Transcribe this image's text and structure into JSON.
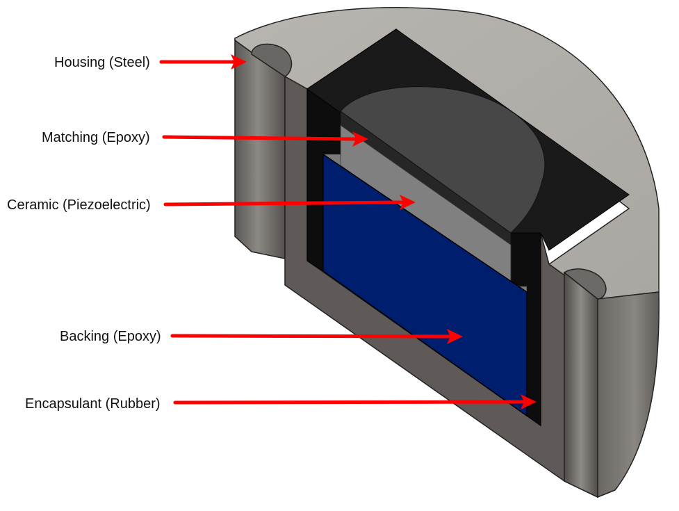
{
  "labels": {
    "housing": "Housing (Steel)",
    "matching": "Matching (Epoxy)",
    "ceramic": "Ceramic (Piezoelectric)",
    "backing": "Backing (Epoxy)",
    "encapsulant": "Encapsulant (Rubber)"
  },
  "colors": {
    "arrow": "#ff0000",
    "backing": "#001e6e",
    "housing_top": "#b5b1ad",
    "housing_side": "#5f5a57",
    "matching": "#222222",
    "ceramic": "#808080",
    "encapsulant": "#0d0d0d"
  }
}
